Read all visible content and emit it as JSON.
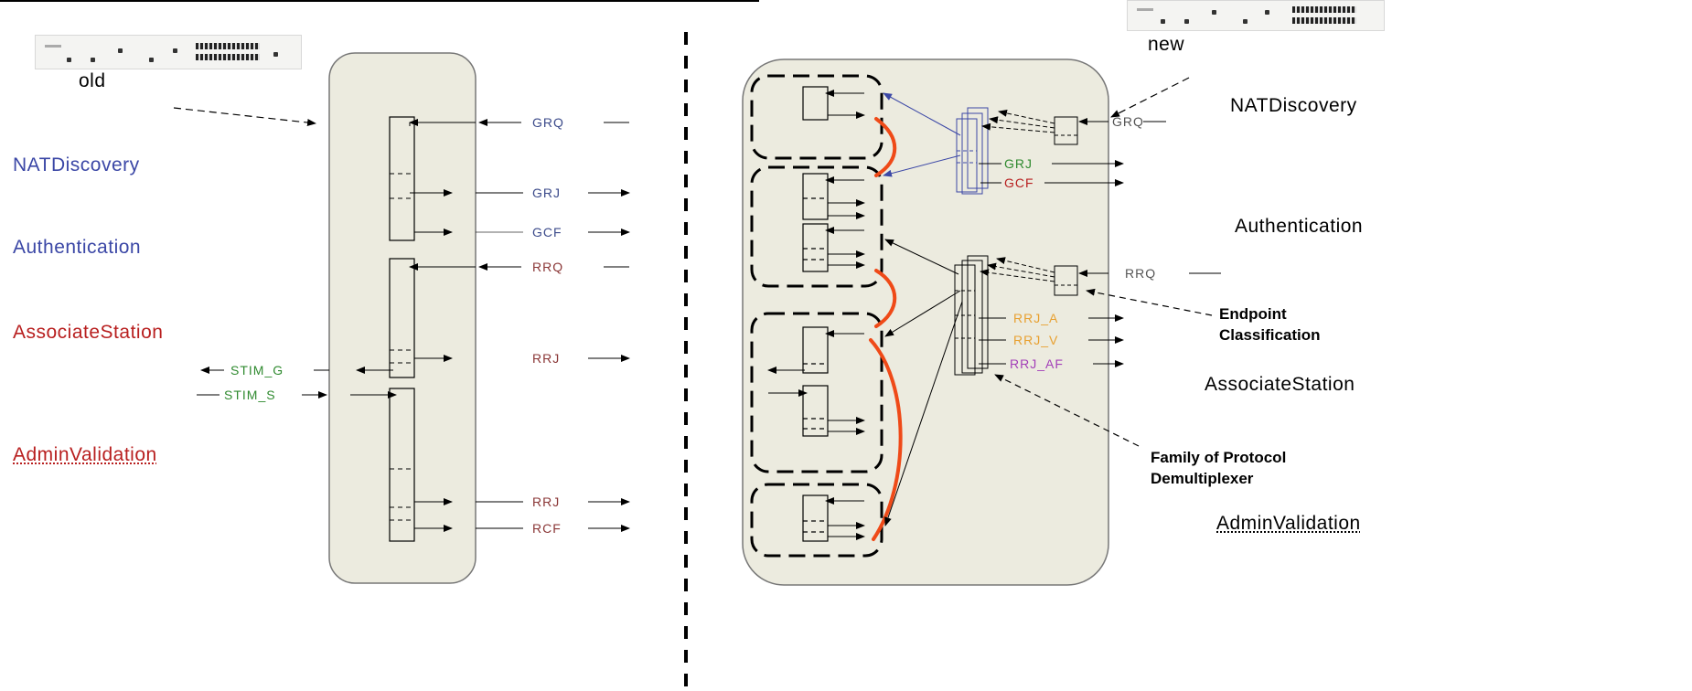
{
  "old_side": {
    "device_label": "old",
    "modules": [
      "NATDiscovery",
      "Authentication",
      "AssociateStation",
      "AdminValidation"
    ],
    "messages": {
      "grq": "GRQ",
      "grj": "GRJ",
      "gcf": "GCF",
      "rrq": "RRQ",
      "rrj1": "RRJ",
      "stim_g": "STIM_G",
      "stim_s": "STIM_S",
      "rrj2": "RRJ",
      "rcf": "RCF"
    }
  },
  "new_side": {
    "device_label": "new",
    "modules": [
      "NATDiscovery",
      "Authentication",
      "AssociateStation",
      "AdminValidation"
    ],
    "messages": {
      "grq": "GRQ",
      "grj": "GRJ",
      "gcf": "GCF",
      "rrq": "RRQ",
      "rrj_a": "RRJ_A",
      "rrj_v": "RRJ_V",
      "rrj_af": "RRJ_AF"
    },
    "annotations": {
      "endpoint_classification": "Endpoint\nClassification",
      "protocol_demux": "Family of Protocol\nDemultiplexer"
    }
  },
  "colors": {
    "box_fill": "#ecebdf",
    "blue": "#3b47a6",
    "green": "#2f8a2f",
    "red": "#b81f1f",
    "maroon": "#8a3636",
    "orange": "#e8a030",
    "purple": "#a33fb8",
    "curve": "#ef4a18"
  }
}
